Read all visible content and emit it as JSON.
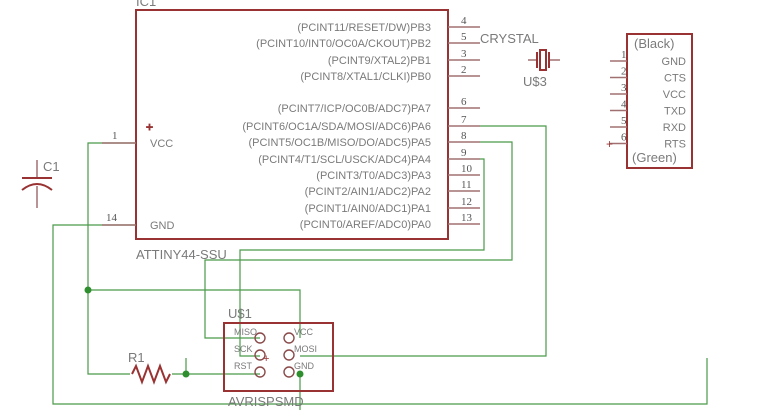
{
  "ic1": {
    "name": "IC1",
    "part": "ATTINY44-SSU",
    "vcc_label": "VCC",
    "gnd_label": "GND",
    "vcc_pin": "1",
    "gnd_pin": "14",
    "right_pins": [
      {
        "label": "(PCINT11/RESET/DW)PB3",
        "num": "4"
      },
      {
        "label": "(PCINT10/INT0/OC0A/CKOUT)PB2",
        "num": "5"
      },
      {
        "label": "(PCINT9/XTAL2)PB1",
        "num": "3"
      },
      {
        "label": "(PCINT8/XTAL1/CLKI)PB0",
        "num": "2"
      },
      {
        "label": "(PCINT7/ICP/OC0B/ADC7)PA7",
        "num": "6"
      },
      {
        "label": "(PCINT6/OC1A/SDA/MOSI/ADC6)PA6",
        "num": "7"
      },
      {
        "label": "(PCINT5/OC1B/MISO/DO/ADC5)PA5",
        "num": "8"
      },
      {
        "label": "(PCINT4/T1/SCL/USCK/ADC4)PA4",
        "num": "9"
      },
      {
        "label": "(PCINT3/T0/ADC3)PA3",
        "num": "10"
      },
      {
        "label": "(PCINT2/AIN1/ADC2)PA2",
        "num": "11"
      },
      {
        "label": "(PCINT1/AIN0/ADC1)PA1",
        "num": "12"
      },
      {
        "label": "(PCINT0/AREF/ADC0)PA0",
        "num": "13"
      }
    ]
  },
  "crystal": {
    "label": "CRYSTAL",
    "name": "U$3"
  },
  "capacitor": {
    "name": "C1"
  },
  "resistor": {
    "name": "R1"
  },
  "ftdi": {
    "top_label": "(Black)",
    "bottom_label": "(Green)",
    "pins": [
      {
        "num": "1",
        "label": "GND"
      },
      {
        "num": "2",
        "label": "CTS"
      },
      {
        "num": "3",
        "label": "VCC"
      },
      {
        "num": "4",
        "label": "TXD"
      },
      {
        "num": "5",
        "label": "RXD"
      },
      {
        "num": "6",
        "label": "RTS"
      }
    ]
  },
  "isp": {
    "name": "U$1",
    "part": "AVRISPSMD",
    "left_labels": [
      "MISO",
      "SCK",
      "RST"
    ],
    "right_labels": [
      "VCC",
      "MOSI",
      "GND"
    ]
  },
  "colors": {
    "part": "#993333",
    "wire": "#4a9a4a",
    "text": "#7a7a7a",
    "junction": "#2f8f2f"
  }
}
